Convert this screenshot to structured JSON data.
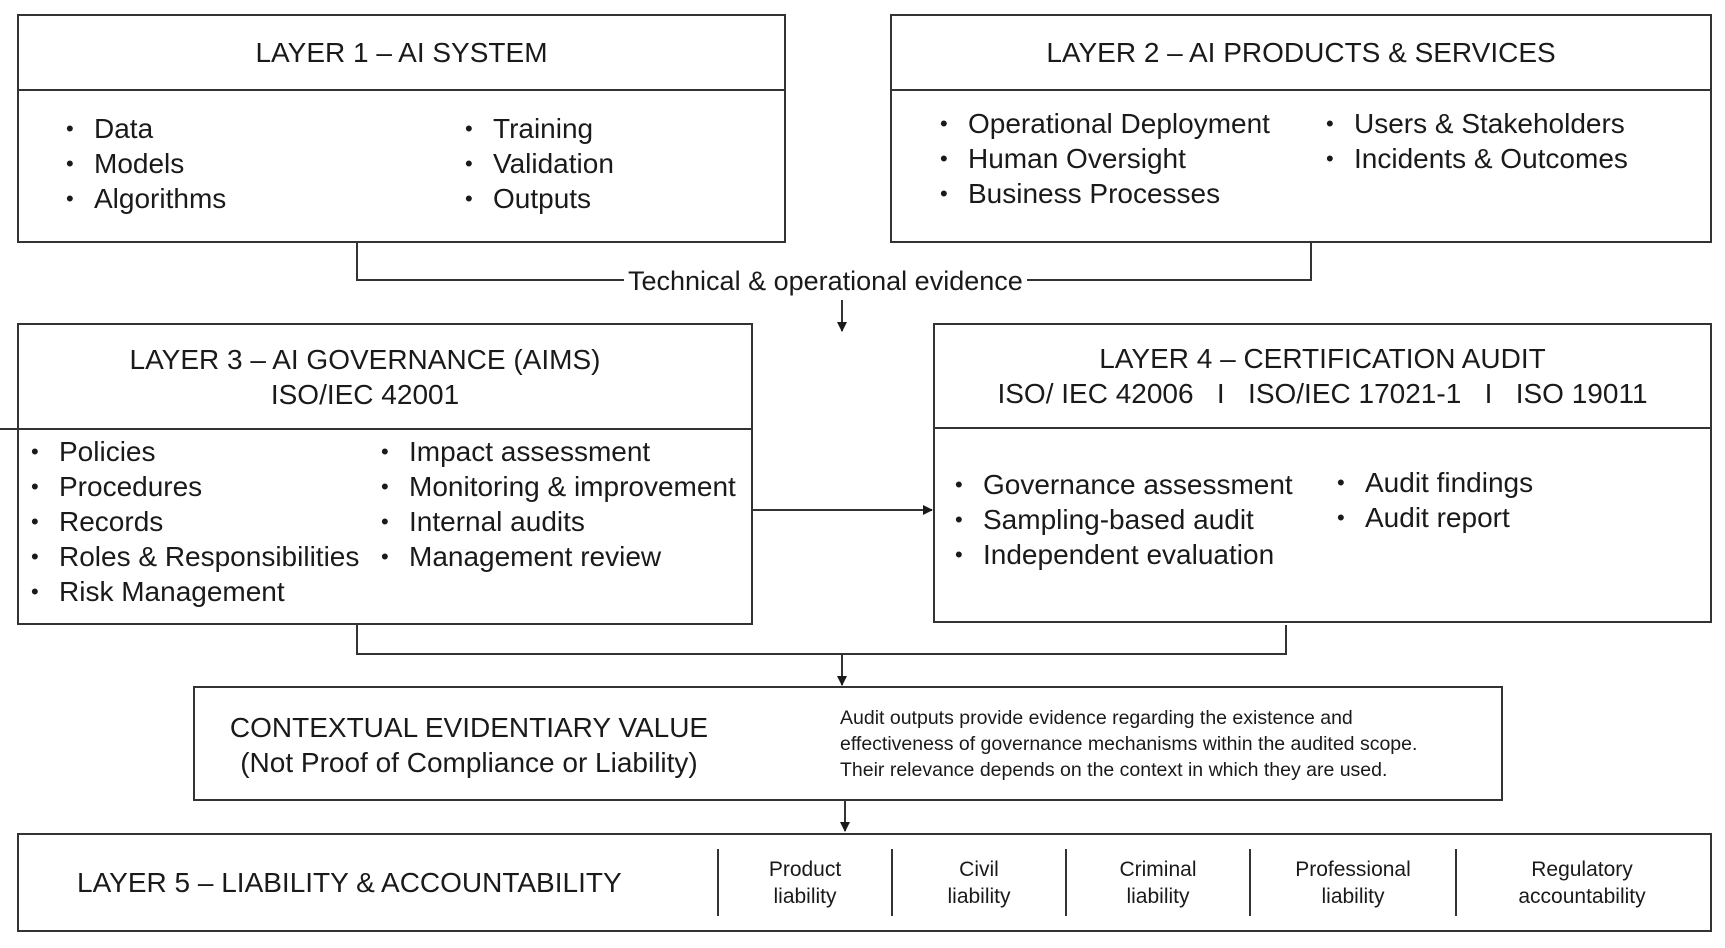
{
  "layer1": {
    "title": "LAYER 1 – AI SYSTEM",
    "col1": [
      "Data",
      "Models",
      "Algorithms"
    ],
    "col2": [
      "Training",
      "Validation",
      "Outputs"
    ]
  },
  "layer2": {
    "title": "LAYER 2 – AI PRODUCTS & SERVICES",
    "col1": [
      "Operational Deployment",
      "Human Oversight",
      "Business Processes"
    ],
    "col2": [
      "Users & Stakeholders",
      "Incidents & Outcomes"
    ]
  },
  "evidence_label": "Technical & operational evidence",
  "layer3": {
    "title": "LAYER 3 – AI GOVERNANCE (AIMS)",
    "subtitle": "ISO/IEC 42001",
    "col1": [
      "Policies",
      "Procedures",
      "Records",
      "Roles & Responsibilities",
      "Risk Management"
    ],
    "col2": [
      "Impact assessment",
      "Monitoring & improvement",
      "Internal audits",
      "Management review"
    ]
  },
  "layer4": {
    "title": "LAYER 4 – CERTIFICATION AUDIT",
    "subtitle": "ISO/ IEC 42006   I   ISO/IEC 17021-1   I   ISO 19011",
    "col1": [
      "Governance assessment",
      "Sampling-based audit",
      "Independent evaluation"
    ],
    "col2": [
      "Audit findings",
      "Audit report"
    ]
  },
  "contextual": {
    "title": "CONTEXTUAL EVIDENTIARY VALUE",
    "subtitle": "(Not Proof of Compliance or Liability)",
    "note": [
      "Audit outputs provide evidence regarding the existence and",
      "effectiveness of governance mechanisms within the audited scope.",
      "Their relevance depends on the context in which they are used."
    ]
  },
  "layer5": {
    "title": "LAYER 5 – LIABILITY & ACCOUNTABILITY",
    "items": [
      "Product\nliability",
      "Civil\nliability",
      "Criminal\nliability",
      "Professional\nliability",
      "Regulatory\naccountability"
    ]
  }
}
